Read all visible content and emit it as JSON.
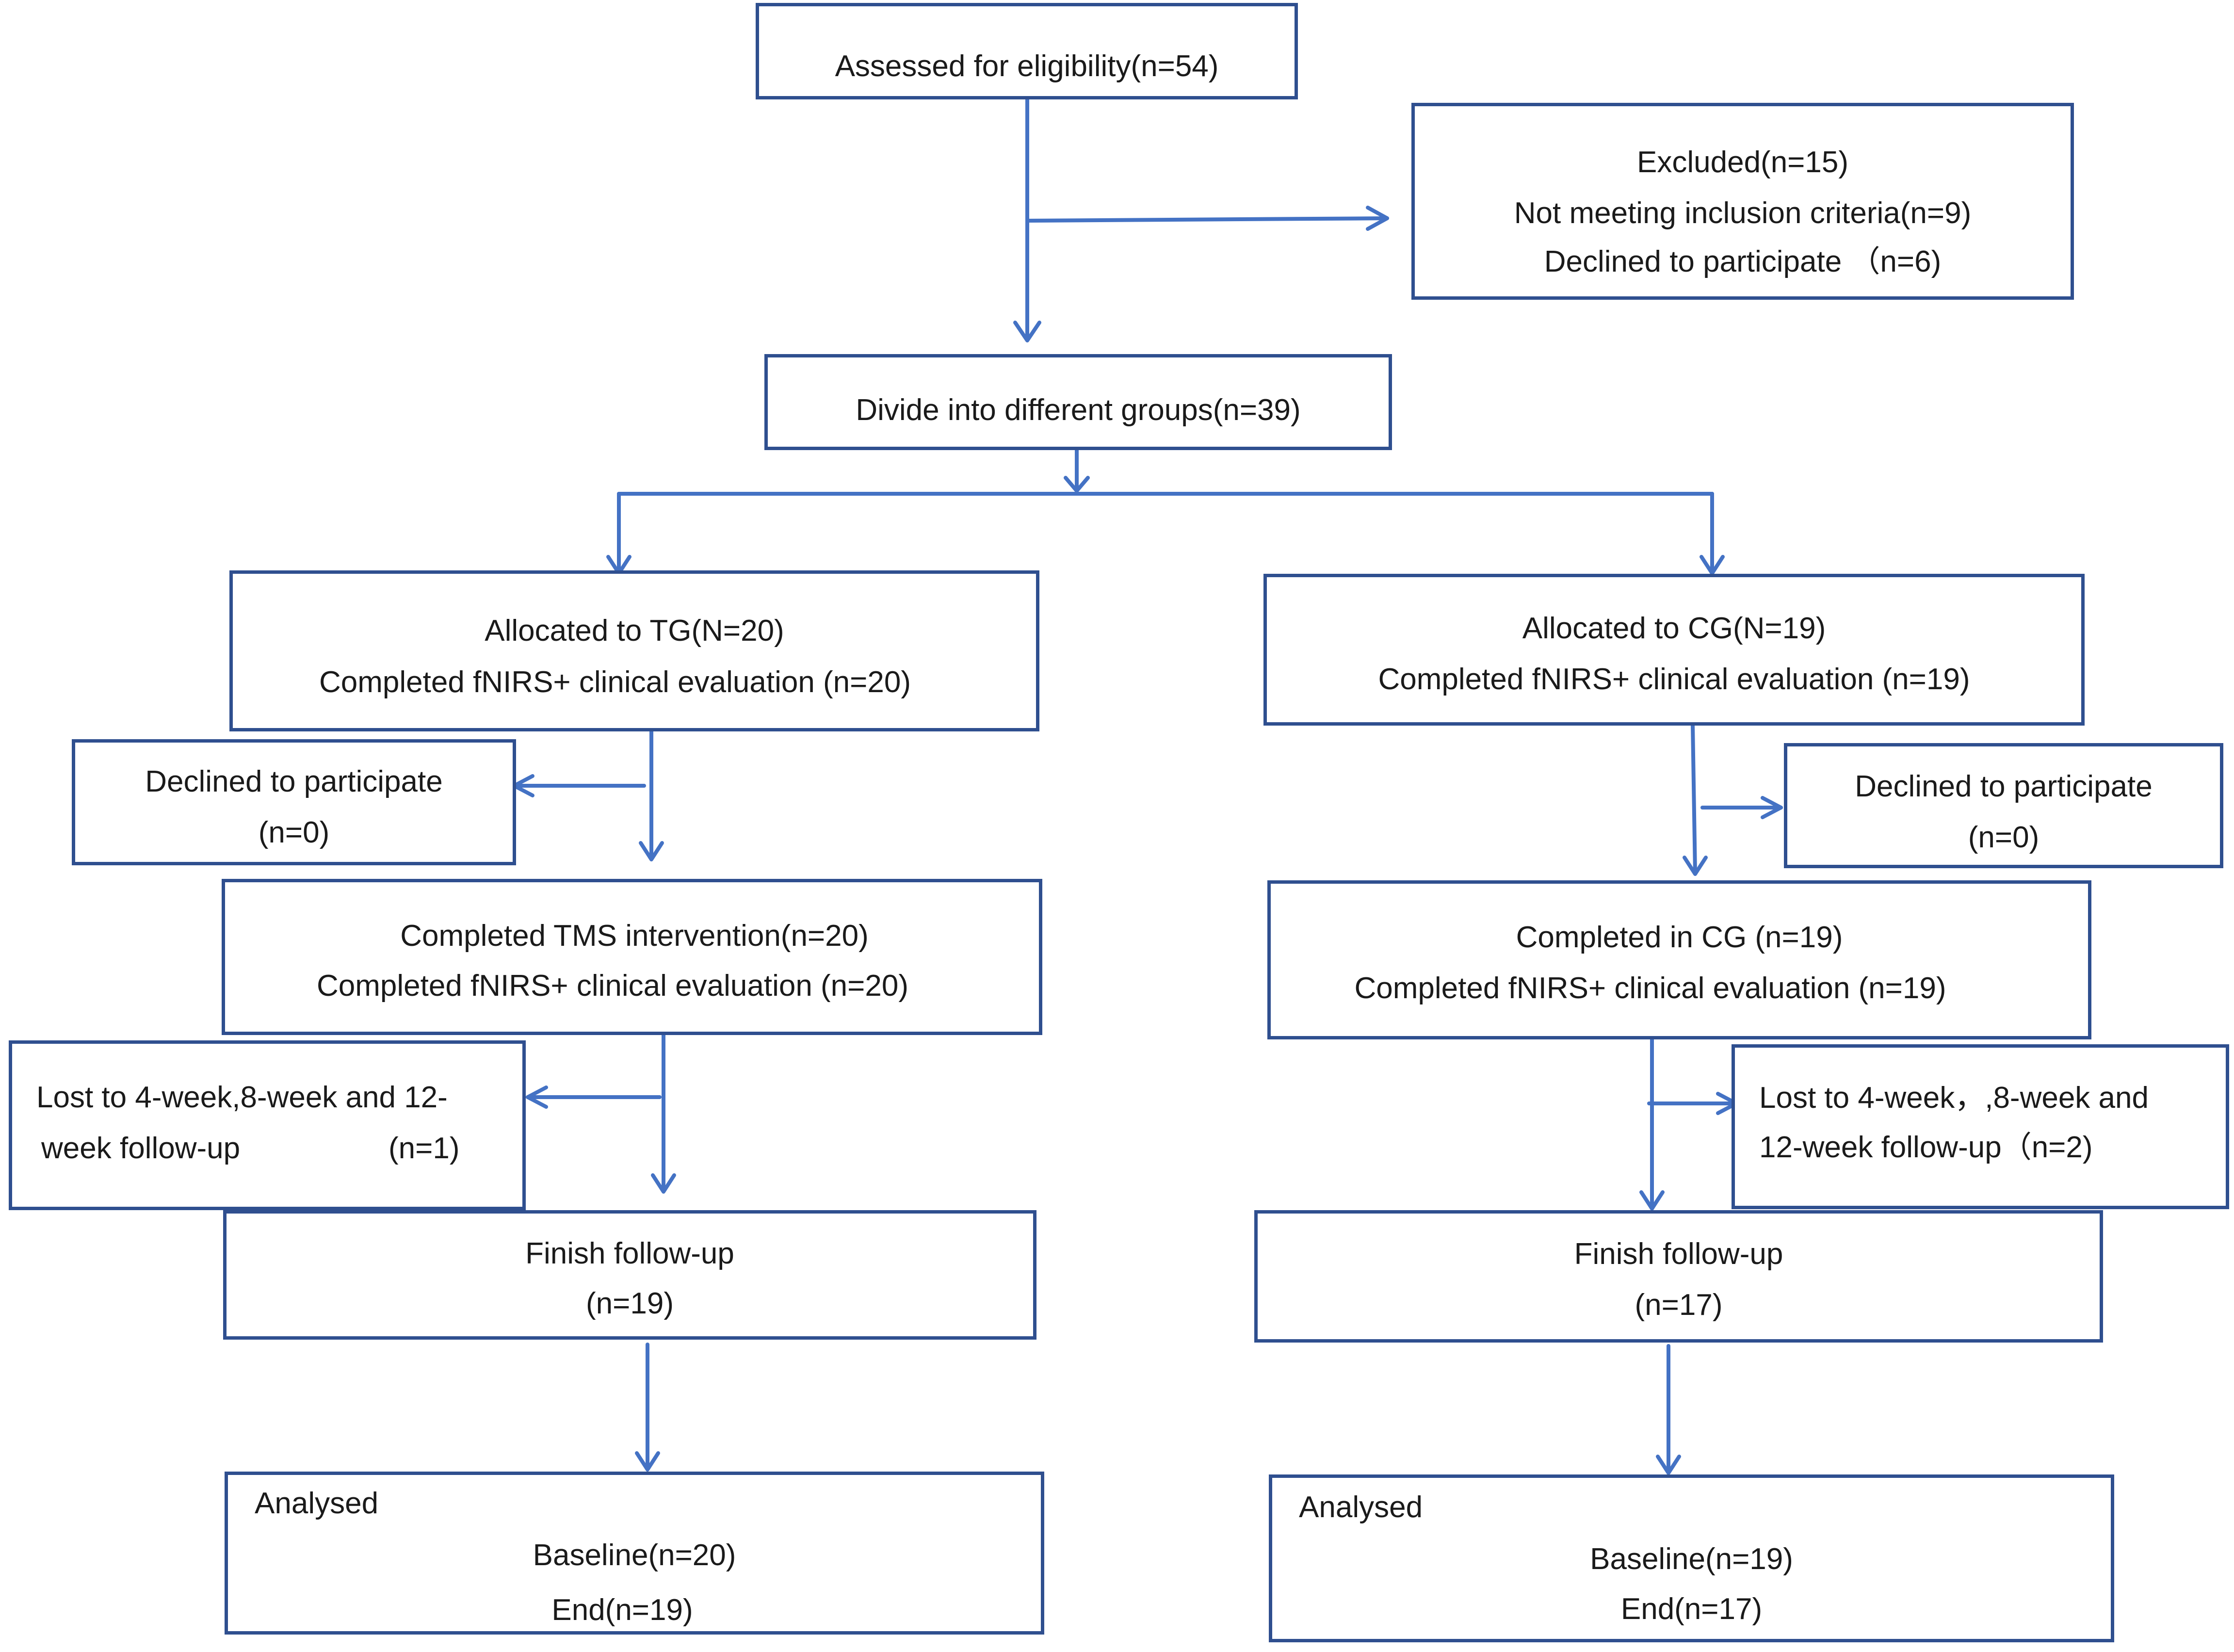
{
  "colors": {
    "border": "#2f4f8f",
    "arrow": "#4472c4",
    "text": "#1a1a1a"
  },
  "boxes": {
    "assessed": {
      "lines": [
        "Assessed for eligibility(n=54)"
      ]
    },
    "excluded": {
      "lines": [
        "Excluded(n=15)",
        "Not meeting inclusion criteria(n=9)",
        "Declined to participate （n=6)"
      ]
    },
    "divide": {
      "lines": [
        "Divide into different groups(n=39)"
      ]
    },
    "tg_alloc": {
      "lines": [
        "Allocated to TG(N=20)",
        "Completed fNIRS+ clinical evaluation (n=20)"
      ]
    },
    "cg_alloc": {
      "lines": [
        "Allocated to CG(N=19)",
        "Completed fNIRS+ clinical evaluation (n=19)"
      ]
    },
    "tg_declined": {
      "lines": [
        "Declined to participate",
        "(n=0)"
      ]
    },
    "cg_declined": {
      "lines": [
        "Declined to participate",
        "(n=0)"
      ]
    },
    "tg_completed": {
      "lines": [
        "Completed TMS intervention(n=20)",
        "Completed fNIRS+ clinical evaluation (n=20)"
      ]
    },
    "cg_completed": {
      "lines": [
        "Completed in CG (n=19)",
        "Completed fNIRS+ clinical evaluation (n=19)"
      ]
    },
    "tg_lost": {
      "lines": [
        "Lost to 4-week,8-week and 12-",
        "week follow-up",
        "(n=1)"
      ]
    },
    "cg_lost": {
      "lines": [
        "Lost to 4-week，,8-week and",
        "12-week follow-up（n=2)"
      ]
    },
    "tg_finish": {
      "lines": [
        "Finish follow-up",
        "(n=19)"
      ]
    },
    "cg_finish": {
      "lines": [
        "Finish follow-up",
        "(n=17)"
      ]
    },
    "tg_analysed": {
      "lines": [
        "Analysed",
        "Baseline(n=20)",
        "End(n=19)"
      ]
    },
    "cg_analysed": {
      "lines": [
        "Analysed",
        "Baseline(n=19)",
        "End(n=17)"
      ]
    }
  }
}
